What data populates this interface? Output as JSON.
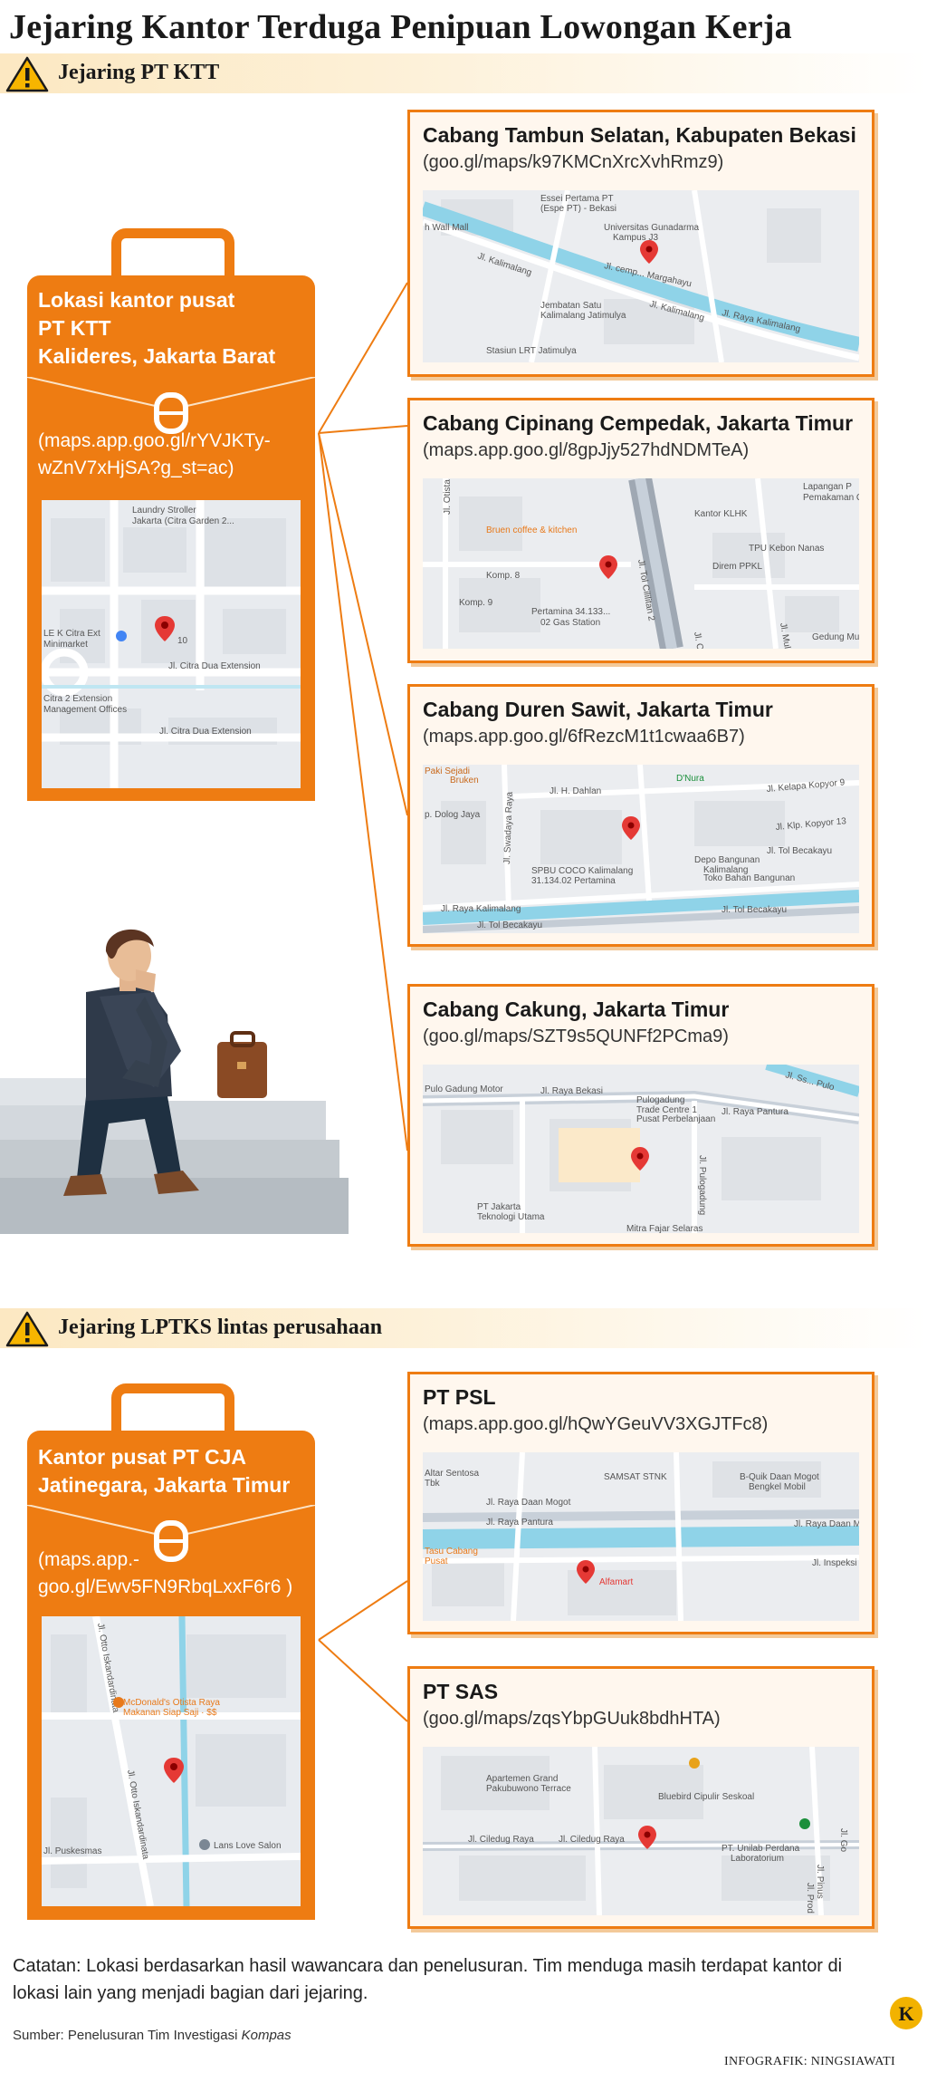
{
  "title": "Jejaring Kantor Terduga Penipuan Lowongan Kerja",
  "section1": {
    "label": "Jejaring PT KTT",
    "hq": {
      "title_lines": [
        "Lokasi kantor pusat",
        "PT KTT",
        "Kalideres, Jakarta Barat"
      ],
      "link_lines": [
        "(maps.app.goo.gl/rYVJKTy-",
        "wZnV7xHjSA?g_st=ac)"
      ],
      "map_labels": [
        "Laundry Stroller",
        "Jakarta (Citra Garden 2...",
        "LE K Citra Ext",
        "Minimarket",
        "10",
        "Jl. Citra Dua Extension",
        "Citra 2 Extension",
        "Management Offices",
        "Jl. Citra Dua Extension"
      ]
    },
    "branches": [
      {
        "title": "Cabang Tambun Selatan, Kabupaten Bekasi",
        "link": "(goo.gl/maps/k97KMCnXrcXvhRmz9)",
        "map_labels": [
          "Essei Pertama PT",
          "(Espe PT) - Bekasi",
          "Universitas Gunadarma",
          "Kampus J3",
          "h Wall Mall",
          "Jl. Kalimalang",
          "Jl. cemp... Margahayu",
          "Jembatan Satu",
          "Kalimalang Jatimulya",
          "Jl. Raya Kalimalang",
          "Jl. Kalimalang",
          "Stasiun LRT Jatimulya"
        ]
      },
      {
        "title": "Cabang Cipinang Cempedak, Jakarta Timur",
        "link": "(maps.app.goo.gl/8gpJjy527hdNDMTeA)",
        "map_labels": [
          "Jl. Otista III Komp",
          "Bruen coffee & kitchen",
          "Komp. 8",
          "Komp. 9",
          "Pertamina 34.133...",
          "02 Gas Station",
          "Jl. Tol Cililitan 2",
          "Kantor KLHK",
          "Lapangan P",
          "Pemakaman Cipina",
          "TPU Kebon Nanas",
          "Direm PPKL",
          "Gedung Mul",
          "Jl. Mulia",
          "Jl. C..."
        ]
      },
      {
        "title": "Cabang Duren Sawit, Jakarta Timur",
        "link": "(maps.app.goo.gl/6fRezcM1t1cwaa6B7)",
        "map_labels": [
          "Paki Sejadi",
          "Bruken",
          "Jl. H. Dahlan",
          "D'Nura",
          "Jl. Kelapa Kopyor 9",
          "Jl. Klp. Kopyor 13",
          "p. Dolog Jaya",
          "Jl. Swadaya Raya",
          "SPBU COCO Kalimalang",
          "31.134.02 Pertamina",
          "Depo Bangunan",
          "Kalimalang",
          "Toko Bahan Bangunan",
          "Jl. Tol Becakayu",
          "Jl. Raya Kalimalang",
          "Jl. Tol Becakayu",
          "Jl. Tol Becakayu"
        ]
      },
      {
        "title": "Cabang Cakung, Jakarta Timur",
        "link": "(goo.gl/maps/SZT9s5QUNFf2PCma9)",
        "map_labels": [
          "Pulo Gadung Motor",
          "Jl. Raya Bekasi",
          "Pulogadung",
          "Trade Centre 1",
          "Pusat Perbelanjaan",
          "Jl. Raya Pantura",
          "Jl. Pulogadung",
          "PT Jakarta",
          "Teknologi Utama",
          "Mitra Fajar Selaras",
          "Jl. Ss... Pulo"
        ]
      }
    ]
  },
  "section2": {
    "label": "Jejaring LPTKS lintas perusahaan",
    "hq": {
      "title_lines": [
        "Kantor pusat PT CJA",
        "Jatinegara, Jakarta Timur"
      ],
      "link_lines": [
        "(maps.app.-",
        "goo.gl/Ewv5FN9RbqLxxF6r6 )"
      ],
      "map_labels": [
        "Jl. Otto Iskandardinata",
        "McDonald's Otista Raya",
        "Makanan Siap Saji · $$",
        "Jl. Otto Iskandardinata",
        "Jl. Puskesmas",
        "Lans Love Salon"
      ]
    },
    "branches": [
      {
        "title": "PT PSL",
        "link": "(maps.app.goo.gl/hQwYGeuVV3XGJTFc8)",
        "map_labels": [
          "Altar Sentosa",
          "Tbk",
          "SAMSAT STNK",
          "B-Quik Daan Mogot",
          "Bengkel Mobil",
          "Jl. Raya Daan Mogot",
          "Jl. Raya Pantura",
          "Jl. Raya Daan M",
          "Tasu Cabang",
          "Pusat",
          "Jl. Inspeksi",
          "Alfamart"
        ]
      },
      {
        "title": "PT SAS",
        "link": "(goo.gl/maps/zqsYbpGUuk8bdhHTA)",
        "map_labels": [
          "Apartemen Grand",
          "Pakubuwono Terrace",
          "Bluebird Cipulir Seskoal",
          "Jl. Ciledug Raya",
          "Jl. Ciledug Raya",
          "PT. Unilab Perdana",
          "Laboratorium",
          "Jl. Pinus",
          "Jl. Prod",
          "Jl. Go"
        ]
      }
    ]
  },
  "note": "Catatan: Lokasi berdasarkan hasil wawancara dan penelusuran. Tim menduga masih terdapat kantor di lokasi lain yang menjadi bagian dari jejaring.",
  "source_prefix": "Sumber: Penelusuran Tim Investigasi ",
  "source_italic": "Kompas",
  "credit": "INFOGRAFIK: NINGSIAWATI",
  "logo_letter": "K",
  "colors": {
    "accent": "#ee7c12",
    "card_bg": "#fff7ee",
    "river": "#8fd3e8",
    "pin": "#e53935"
  }
}
